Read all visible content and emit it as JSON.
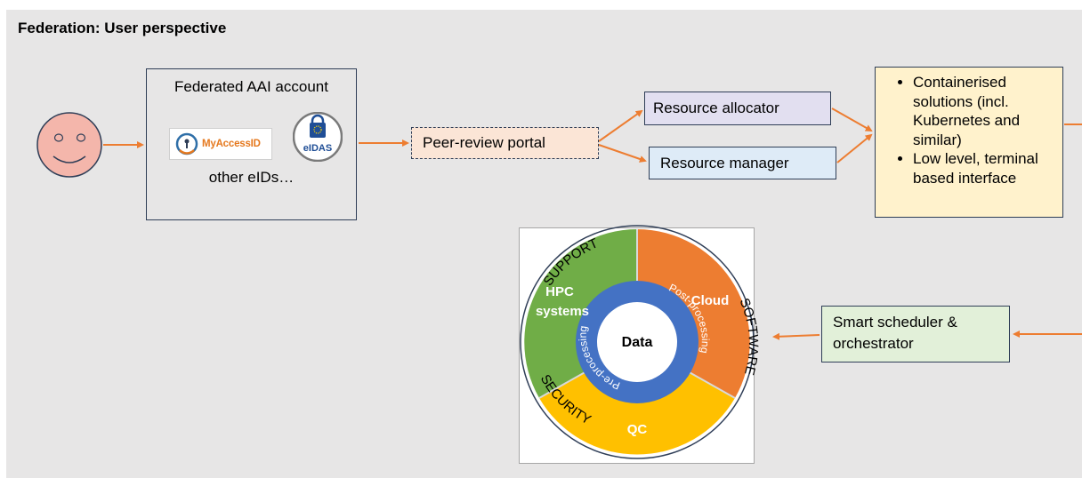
{
  "title": "Federation: User perspective",
  "user": {
    "icon": "smiley-face-icon"
  },
  "aai": {
    "title": "Federated AAI account",
    "myaccessid_logo_text": "MyAccessID",
    "eidas_logo_text": "eIDAS",
    "other": "other eIDs…"
  },
  "peer_review": {
    "label": "Peer-review portal"
  },
  "resource_allocator": {
    "label": "Resource allocator"
  },
  "resource_manager": {
    "label": "Resource manager"
  },
  "container_box": {
    "items": [
      "Containerised solutions (incl. Kubernetes and similar)",
      "Low level, terminal based interface"
    ]
  },
  "scheduler": {
    "line1": "Smart scheduler &",
    "line2": "orchestrator"
  },
  "wheel": {
    "outer_labels": {
      "top": "SUPPORT",
      "right": "SOFTWARE",
      "bottom": "SECURITY"
    },
    "segments": {
      "hpc_line1": "HPC",
      "hpc_line2": "systems",
      "cloud": "Cloud",
      "qc": "QC"
    },
    "ring_labels": {
      "pre": "Pre-processing",
      "post": "Post-processing"
    },
    "center": "Data"
  },
  "colors": {
    "background": "#e7e6e6",
    "arrow": "#ed7d31",
    "border": "#2f3e57",
    "hpc": "#70ad47",
    "cloud": "#ed7d31",
    "qc": "#ffc000",
    "data_ring": "#4472c4"
  }
}
